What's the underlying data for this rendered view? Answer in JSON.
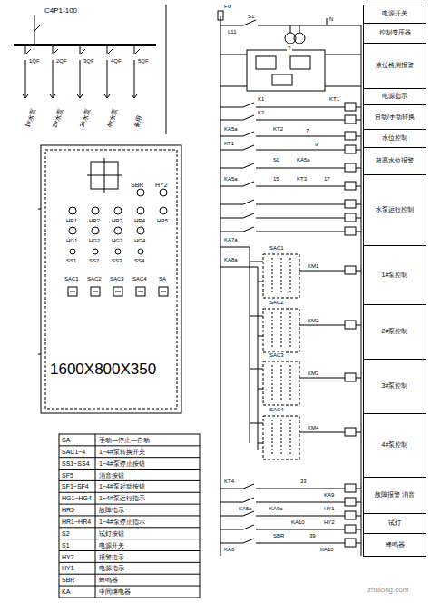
{
  "diagram": {
    "nodes": [
      {
        "text": [
          "电源开关"
        ]
      },
      {
        "text": [
          "控制变压器"
        ]
      },
      {
        "text": [
          "液位检测报警"
        ]
      },
      {
        "text": [
          "电源指示"
        ]
      },
      {
        "text": [
          "自动/手动转换"
        ]
      },
      {
        "text": [
          "水位控制"
        ]
      },
      {
        "text": [
          "超高水位报警"
        ]
      },
      {
        "text": [
          "水泵运行控制"
        ]
      },
      {
        "text": [
          "1#泵控制"
        ]
      },
      {
        "text": [
          "2#泵控制"
        ]
      },
      {
        "text": [
          "3#泵控制"
        ]
      },
      {
        "text": [
          "4#泵控制"
        ]
      },
      {
        "text": [
          "故障报警 消音"
        ]
      },
      {
        "text": [
          "试灯"
        ]
      },
      {
        "text": [
          "蜂鸣器"
        ]
      }
    ],
    "edges": [],
    "labels": [
      "C4P1-100",
      "1QF",
      "2QF",
      "3QF",
      "4QF",
      "5QF",
      "1#水泵",
      "2#水泵",
      "3#水泵",
      "4#水泵",
      "备用",
      "SBR",
      "HY2",
      "HR1",
      "HR2",
      "HR3",
      "HR4",
      "HR5",
      "HG1",
      "HG2",
      "HG3",
      "HG4",
      "SS1",
      "SS2",
      "SS3",
      "SS4",
      "SAC1",
      "SAC2",
      "SAC3",
      "SAC4",
      "SA",
      "1600X800X350",
      "SA",
      "手动—停止—自动",
      "SAC1~4",
      "1~4#泵转换开关",
      "SS1~SS4",
      "1~4#泵停止按钮",
      "SF5",
      "消音按钮",
      "SF1~SF4",
      "1~4#泵起动按钮",
      "HG1~HG4",
      "1~4#泵运行指示",
      "HR5",
      "故障指示",
      "HR1~HR4",
      "1~4#泵停止指示",
      "S2",
      "试灯按钮",
      "S1",
      "电源开关",
      "HY2",
      "报警指示",
      "HY1",
      "电源指示",
      "SBR",
      "蜂鸣器",
      "KA",
      "中间继电器",
      "FU",
      "L11",
      "S1",
      "T",
      "N",
      "K1",
      "KT1",
      "K2",
      "KA5a",
      "KT2",
      "7",
      "KT1",
      "SL",
      "KA5a",
      "9",
      "KA5a",
      "15",
      "KT3",
      "17",
      "KA7a",
      "KA8a",
      "SAC1",
      "KM1",
      "SAC2",
      "KM2",
      "SAC3",
      "KM3",
      "SAC4",
      "KM4",
      "KT4",
      "33",
      "KA9",
      "KA5a",
      "KA9a",
      "KA10",
      "HY1",
      "HY2",
      "SBR",
      "39",
      "KA6",
      "KA10",
      "zhulong.com"
    ]
  }
}
